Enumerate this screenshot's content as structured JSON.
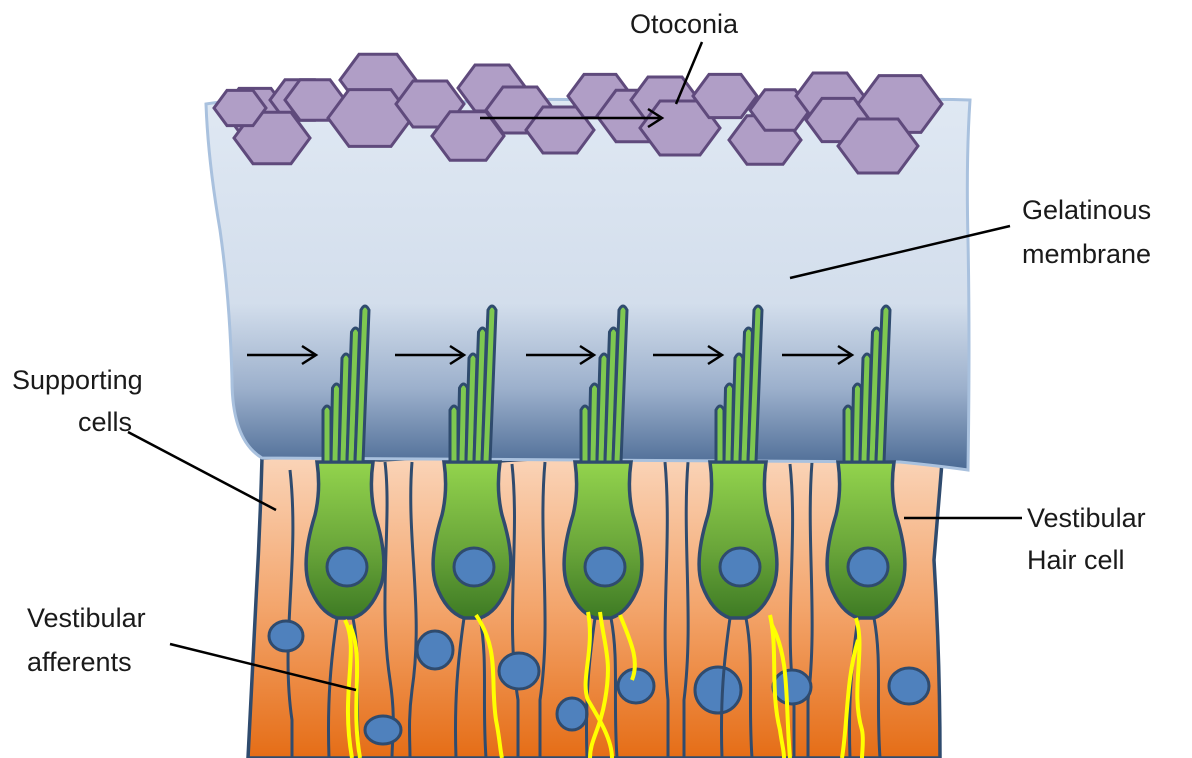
{
  "labels": {
    "otoconia": "Otoconia",
    "gelatinous_line1": "Gelatinous",
    "gelatinous_line2": "membrane",
    "supporting_line1": "Supporting",
    "supporting_line2": "cells",
    "hair_cell_line1": "Vestibular",
    "hair_cell_line2": "Hair cell",
    "afferents_line1": "Vestibular",
    "afferents_line2": "afferents"
  },
  "colors": {
    "otoconia_fill": "#b09ec6",
    "otoconia_stroke": "#5f4a7c",
    "membrane_top": "#dde6f2",
    "membrane_bottom": "#4f6f99",
    "membrane_outline": "#a9c1de",
    "epithelium_top": "#f9d2b5",
    "epithelium_bottom": "#e6721b",
    "cell_outline": "#2f4b6e",
    "hair_cell_top": "#8fd14a",
    "hair_cell_bottom": "#3f7f24",
    "nucleus": "#4f81bd",
    "stereocilia_fill": "#7ec850",
    "afferent_nerve": "#ffff00",
    "pointer_line": "#000000"
  }
}
